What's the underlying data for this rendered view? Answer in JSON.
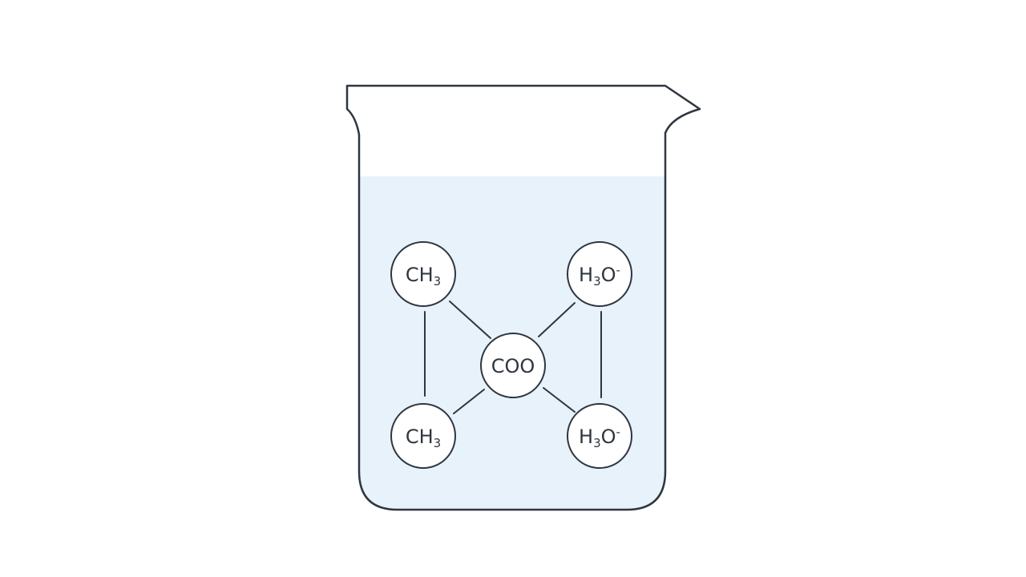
{
  "colors": {
    "background": "#ffffff",
    "outline": "#2f3640",
    "liquid": "#e7f2fb",
    "node_fill": "#ffffff"
  },
  "molecules": [
    {
      "id": "ch3-top",
      "main": "CH",
      "sub": "3",
      "sup": ""
    },
    {
      "id": "h3o-top",
      "main": "H",
      "sub": "3",
      "tail": "O",
      "sup": "-"
    },
    {
      "id": "coo",
      "main": "COO",
      "sub": "",
      "sup": ""
    },
    {
      "id": "ch3-bottom",
      "main": "CH",
      "sub": "3",
      "sup": ""
    },
    {
      "id": "h3o-bottom",
      "main": "H",
      "sub": "3",
      "tail": "O",
      "sup": "-"
    }
  ]
}
